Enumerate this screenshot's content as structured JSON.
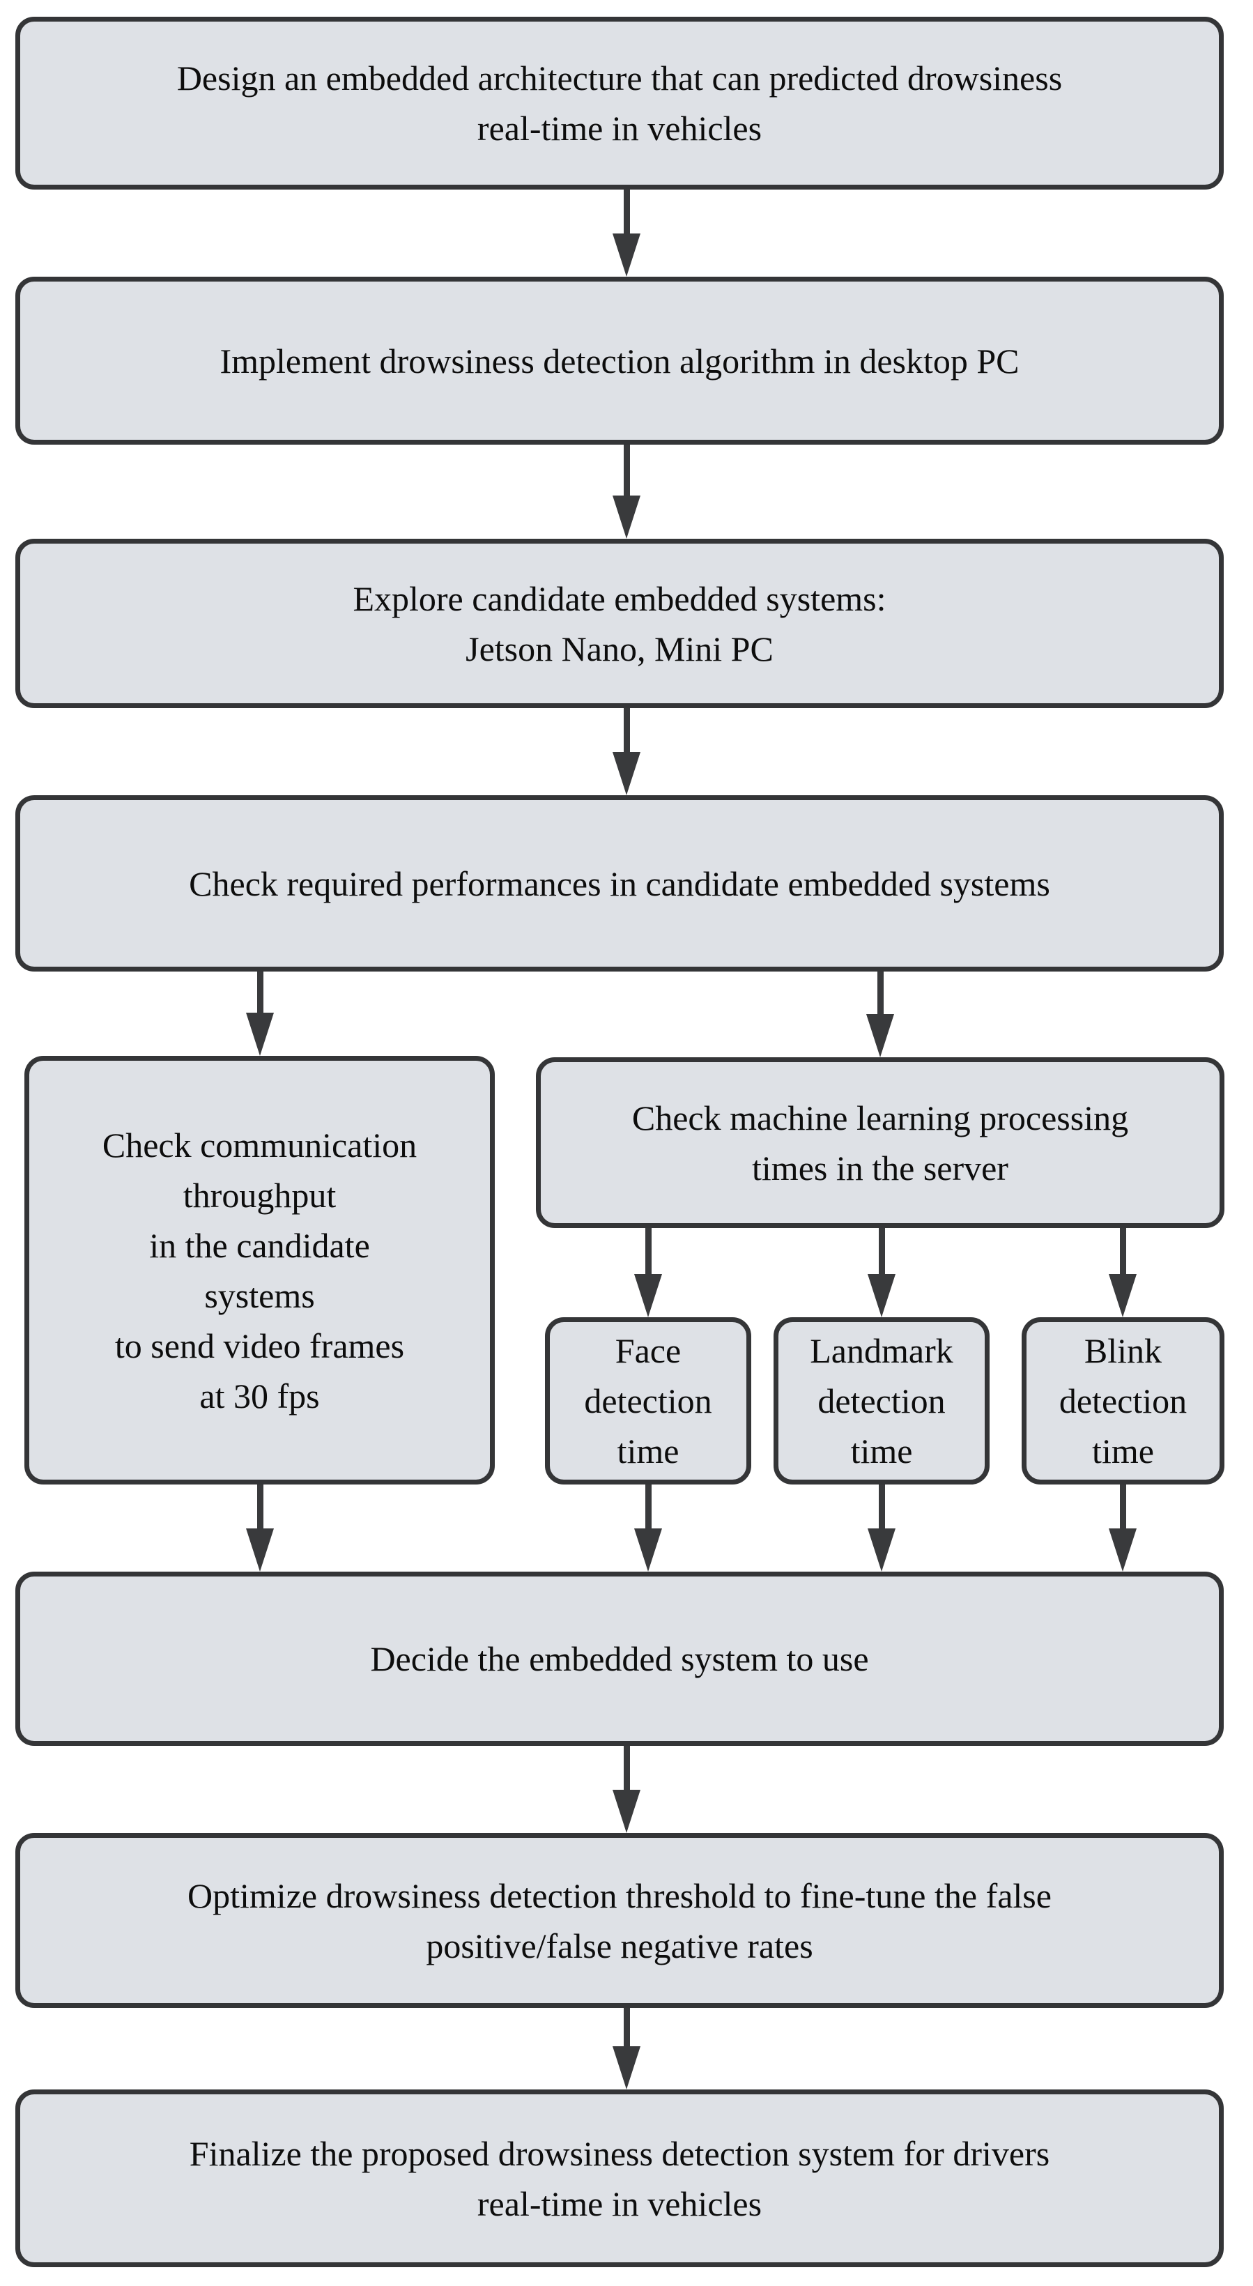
{
  "colors": {
    "background": "#ffffff",
    "node_fill": "#dee1e6",
    "node_border": "#343537",
    "arrow": "#393a3c",
    "text": "#0d0d0d"
  },
  "nodes": {
    "design": {
      "label": "Design an embedded architecture that can predicted drowsiness\nreal-time in vehicles"
    },
    "implement": {
      "label": "Implement drowsiness detection algorithm in desktop PC"
    },
    "explore": {
      "label": "Explore candidate embedded systems:\nJetson Nano, Mini PC"
    },
    "check_performance": {
      "label": "Check required performances in candidate embedded systems"
    },
    "check_communication": {
      "label": "Check communication\nthroughput\nin the candidate\nsystems\nto send video frames\nat 30 fps"
    },
    "check_ml": {
      "label": "Check machine learning processing\ntimes in the server"
    },
    "face_time": {
      "label": "Face\ndetection\ntime"
    },
    "landmark_time": {
      "label": "Landmark\ndetection\ntime"
    },
    "blink_time": {
      "label": "Blink\ndetection\ntime"
    },
    "decide": {
      "label": "Decide the embedded system to use"
    },
    "optimize": {
      "label": "Optimize drowsiness detection threshold to fine-tune the false\npositive/false negative rates"
    },
    "finalize": {
      "label": "Finalize the proposed drowsiness detection system for drivers\nreal-time in vehicles"
    }
  }
}
